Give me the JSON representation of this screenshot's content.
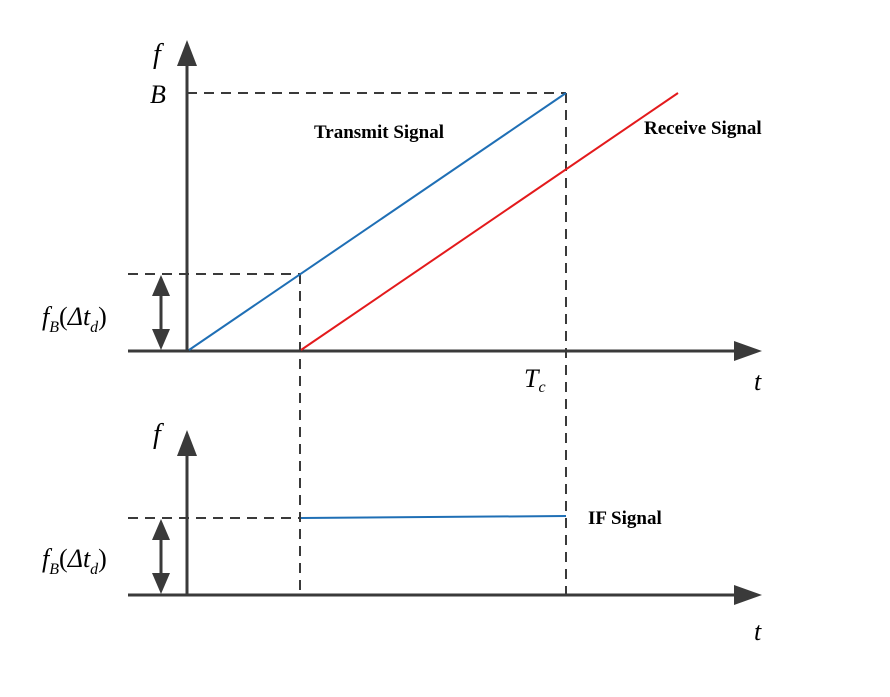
{
  "top_plot": {
    "y_axis_label": "f",
    "x_axis_label": "t",
    "bandwidth_label": "B",
    "chirp_time_label": {
      "main": "T",
      "sub": "c"
    },
    "beat_label": {
      "f": "f",
      "B": "B",
      "open": "(",
      "delta_t": "Δt",
      "d": "d",
      "close": ")"
    },
    "transmit_label": "Transmit Signal",
    "receive_label": "Receive Signal"
  },
  "bottom_plot": {
    "y_axis_label": "f",
    "x_axis_label": "t",
    "beat_label": {
      "f": "f",
      "B": "B",
      "open": "(",
      "delta_t": "Δt",
      "d": "d",
      "close": ")"
    },
    "if_label": "IF Signal"
  },
  "colors": {
    "transmit": "#1f6fb5",
    "receive": "#e31a1c",
    "if_signal": "#1f6fb5",
    "axes": "#3a3a3a"
  }
}
